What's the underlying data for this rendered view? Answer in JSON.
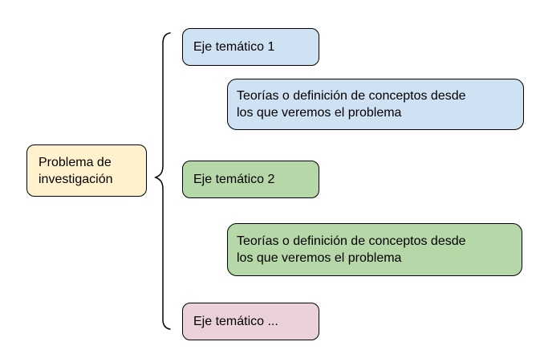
{
  "colors": {
    "background": "#ffffff",
    "border": "#000000",
    "line": "#000000",
    "text": "#000000",
    "root_fill": "#fff2cc",
    "branch1_fill": "#cfe2f3",
    "branch2_fill": "#b6d7a8",
    "branch3_fill": "#ead1dc"
  },
  "diagram": {
    "type": "bracket-diagram",
    "connector": "left-curly-brace",
    "root": {
      "label": "Problema de\ninvestigación",
      "fill": "#fff2cc"
    },
    "branches": [
      {
        "title": "Eje temático 1",
        "description": "Teorías o definición de conceptos desde\nlos que veremos el problema",
        "fill": "#cfe2f3"
      },
      {
        "title": "Eje temático 2",
        "description": "Teorías o definición de conceptos desde\nlos que veremos el problema",
        "fill": "#b6d7a8"
      },
      {
        "title": "Eje temático ...",
        "fill": "#ead1dc"
      }
    ]
  }
}
